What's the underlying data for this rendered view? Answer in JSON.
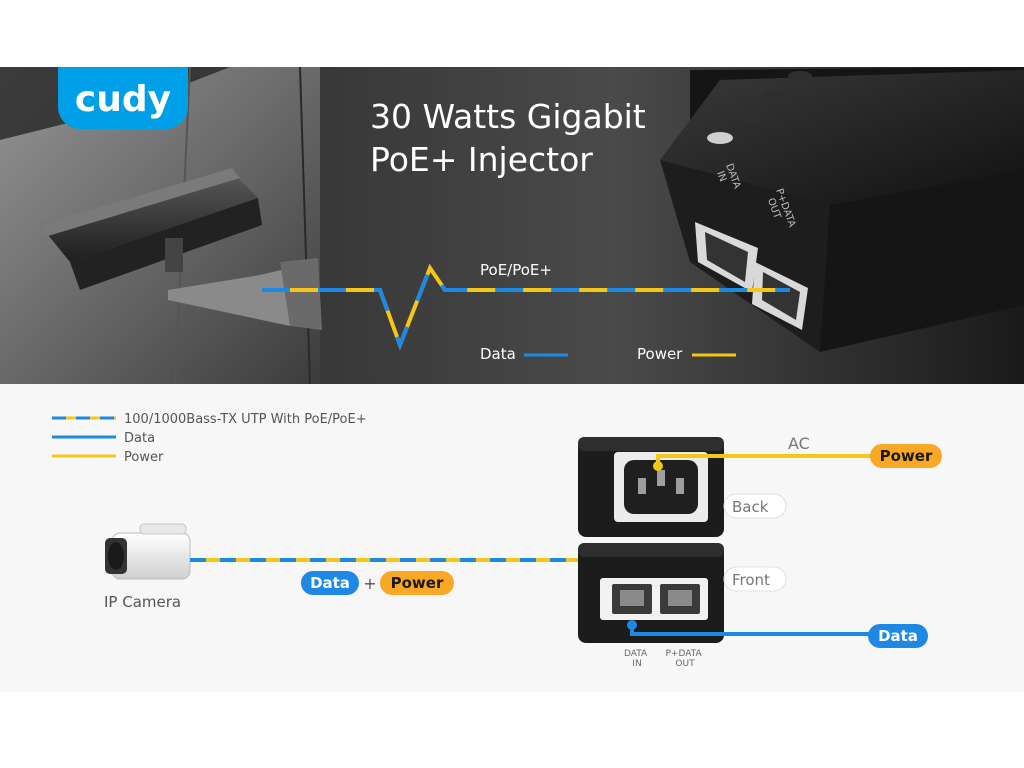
{
  "brand": {
    "logo_text": "cudy",
    "logo_color": "#00A0E9"
  },
  "hero": {
    "title_line1": "30 Watts Gigabit",
    "title_line2": "PoE+ Injector",
    "cable_label": "PoE/PoE+",
    "legend_data": "Data",
    "legend_power": "Power",
    "port_in_label_1": "DATA",
    "port_in_label_2": "IN",
    "port_out_label_1": "P+DATA",
    "port_out_label_2": "OUT"
  },
  "legend": {
    "items": [
      {
        "label": "100/1000Bass-TX UTP With PoE/PoE+",
        "style": "dashed-blue-yellow"
      },
      {
        "label": "Data",
        "style": "blue"
      },
      {
        "label": "Power",
        "style": "yellow"
      }
    ]
  },
  "diagram": {
    "camera_label": "IP Camera",
    "link_badge_data": "Data",
    "link_badge_plus": "+",
    "link_badge_power": "Power",
    "ac_label": "AC",
    "power_badge": "Power",
    "back_label": "Back",
    "front_label": "Front",
    "data_badge": "Data",
    "port_data_in_1": "DATA",
    "port_data_in_2": "IN",
    "port_pdata_out_1": "P+DATA",
    "port_pdata_out_2": "OUT"
  },
  "colors": {
    "data_blue": "#1E88E5",
    "power_yellow": "#F5C518",
    "badge_orange": "#F9A825",
    "badge_blue": "#1E88E5"
  }
}
